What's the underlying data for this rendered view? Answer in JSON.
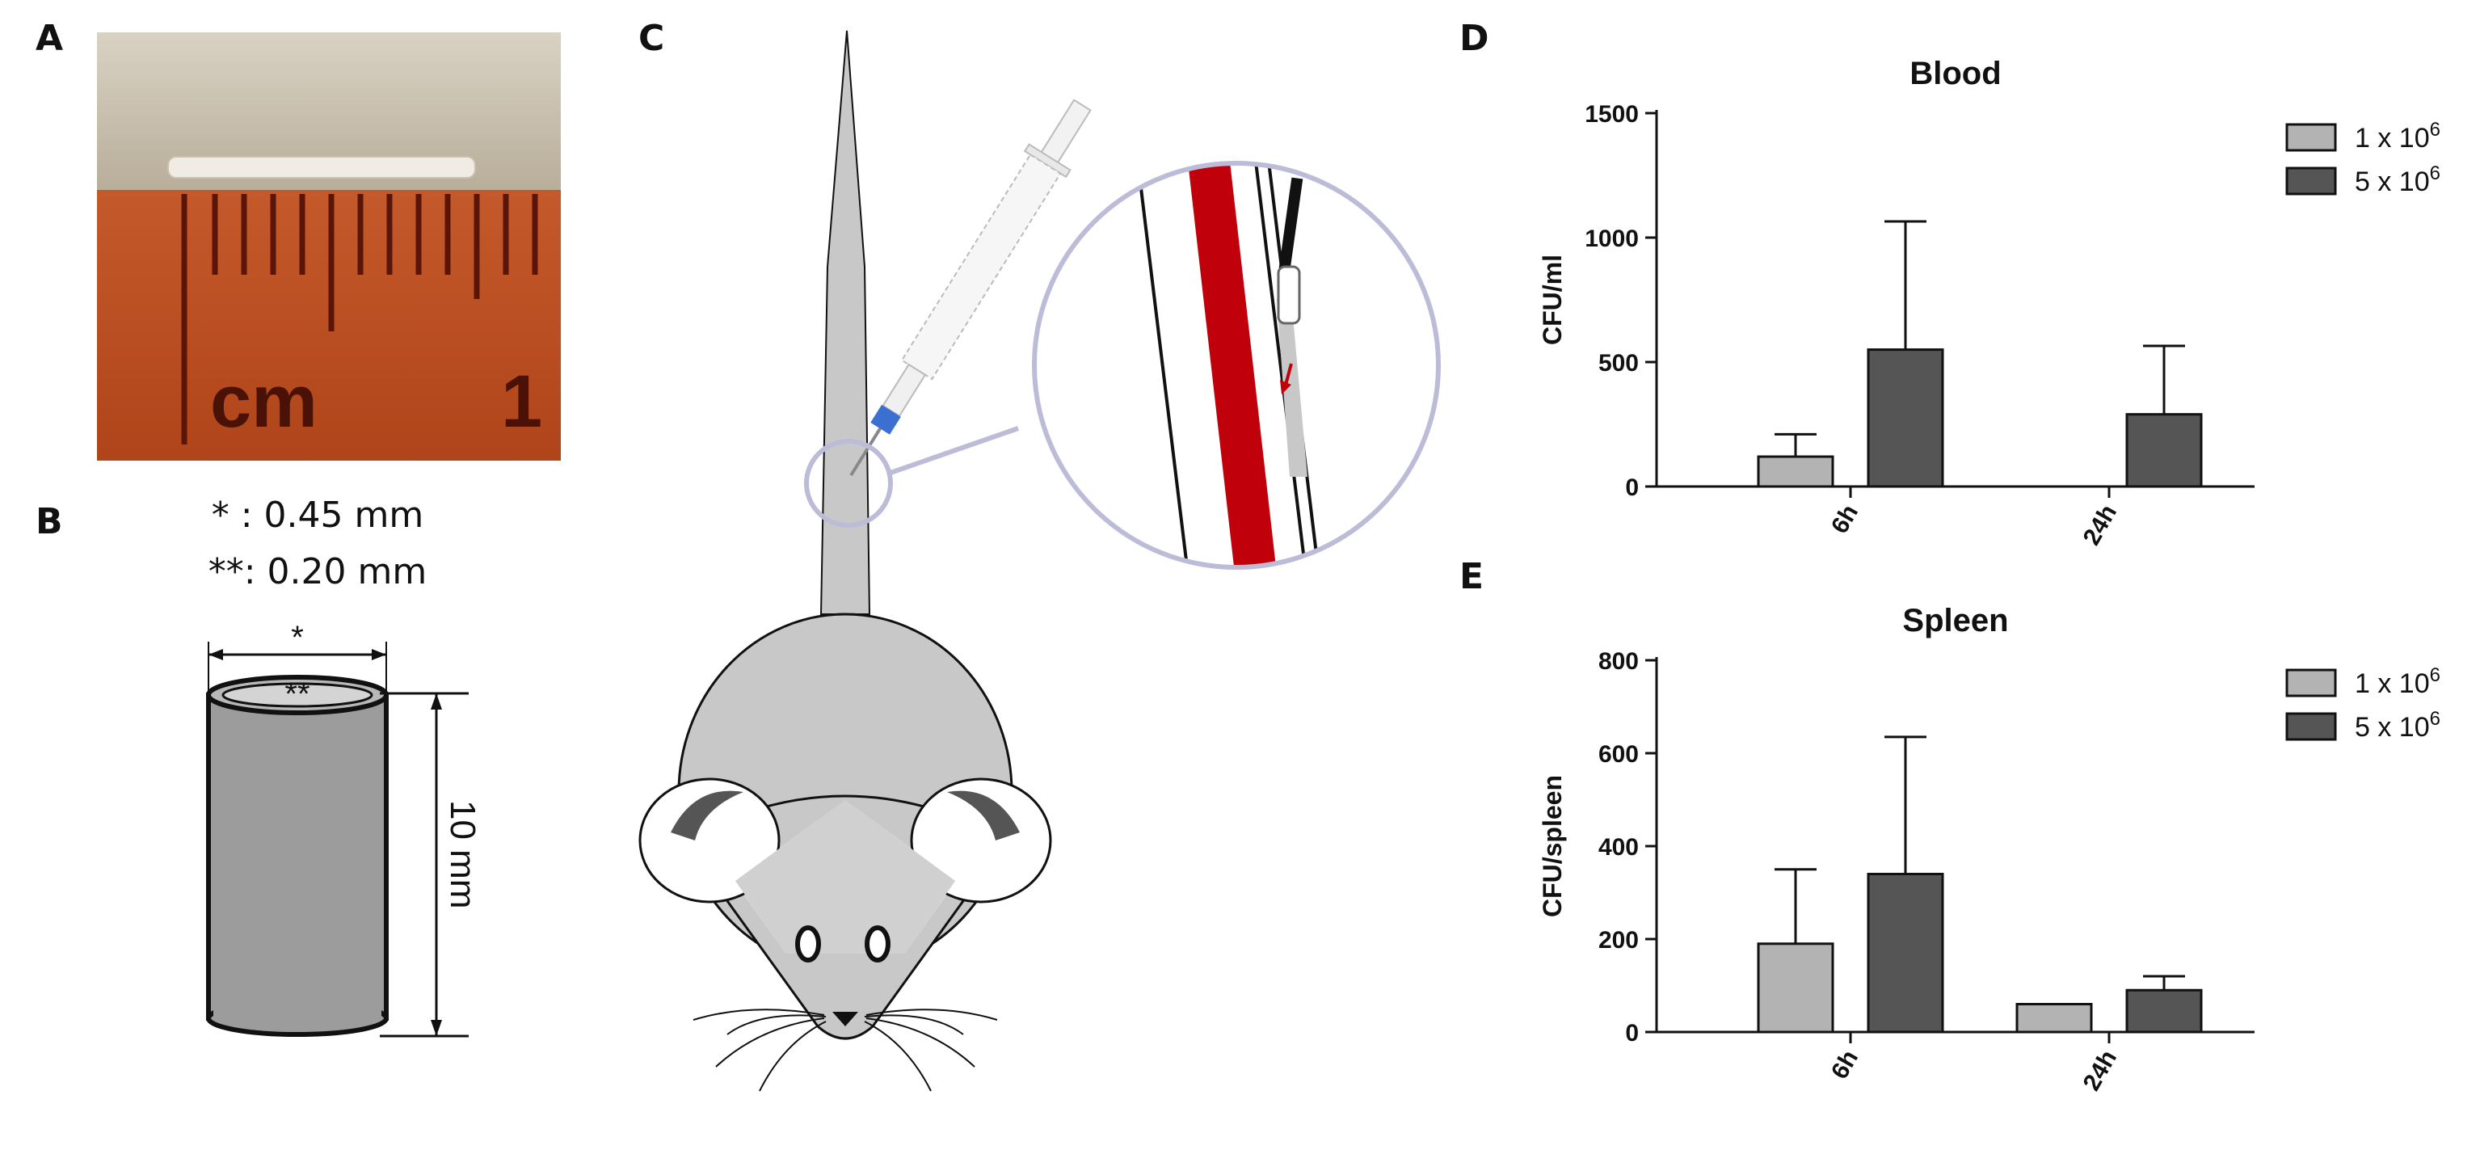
{
  "panels": {
    "a": {
      "letter": "A",
      "ruler_unit": "cm",
      "ruler_number": "1"
    },
    "b": {
      "letter": "B",
      "outer_label": "* : 0.45 mm",
      "inner_label": "**: 0.20 mm",
      "outer_mark": "*",
      "inner_mark": "**",
      "length_label": "10 mm"
    },
    "c": {
      "letter": "C"
    },
    "d": {
      "letter": "D"
    },
    "e": {
      "letter": "E"
    }
  },
  "colors": {
    "series_1": "#b3b3b3",
    "series_2": "#555555",
    "red": "#c0000b",
    "blue": "#3b6fd1"
  },
  "chart_data": [
    {
      "type": "bar",
      "title": "Blood",
      "ylabel": "CFU/ml",
      "xlabel": "",
      "categories": [
        "6h",
        "24h"
      ],
      "ylim": [
        0,
        1500
      ],
      "yticks": [
        "0",
        "500",
        "1000",
        "1500"
      ],
      "legend_position": "top-right",
      "series": [
        {
          "name": "1 x 10",
          "sup": "6",
          "values": [
            120,
            0
          ],
          "errors": [
            90,
            0
          ]
        },
        {
          "name": "5 x 10",
          "sup": "6",
          "values": [
            550,
            290
          ],
          "errors": [
            515,
            275
          ]
        }
      ]
    },
    {
      "type": "bar",
      "title": "Spleen",
      "ylabel": "CFU/spleen",
      "xlabel": "",
      "categories": [
        "6h",
        "24h"
      ],
      "ylim": [
        0,
        800
      ],
      "yticks": [
        "0",
        "200",
        "400",
        "600",
        "800"
      ],
      "legend_position": "top-right",
      "series": [
        {
          "name": "1 x 10",
          "sup": "6",
          "values": [
            190,
            60
          ],
          "errors": [
            160,
            0
          ]
        },
        {
          "name": "5 x 10",
          "sup": "6",
          "values": [
            340,
            90
          ],
          "errors": [
            295,
            30
          ]
        }
      ]
    }
  ]
}
